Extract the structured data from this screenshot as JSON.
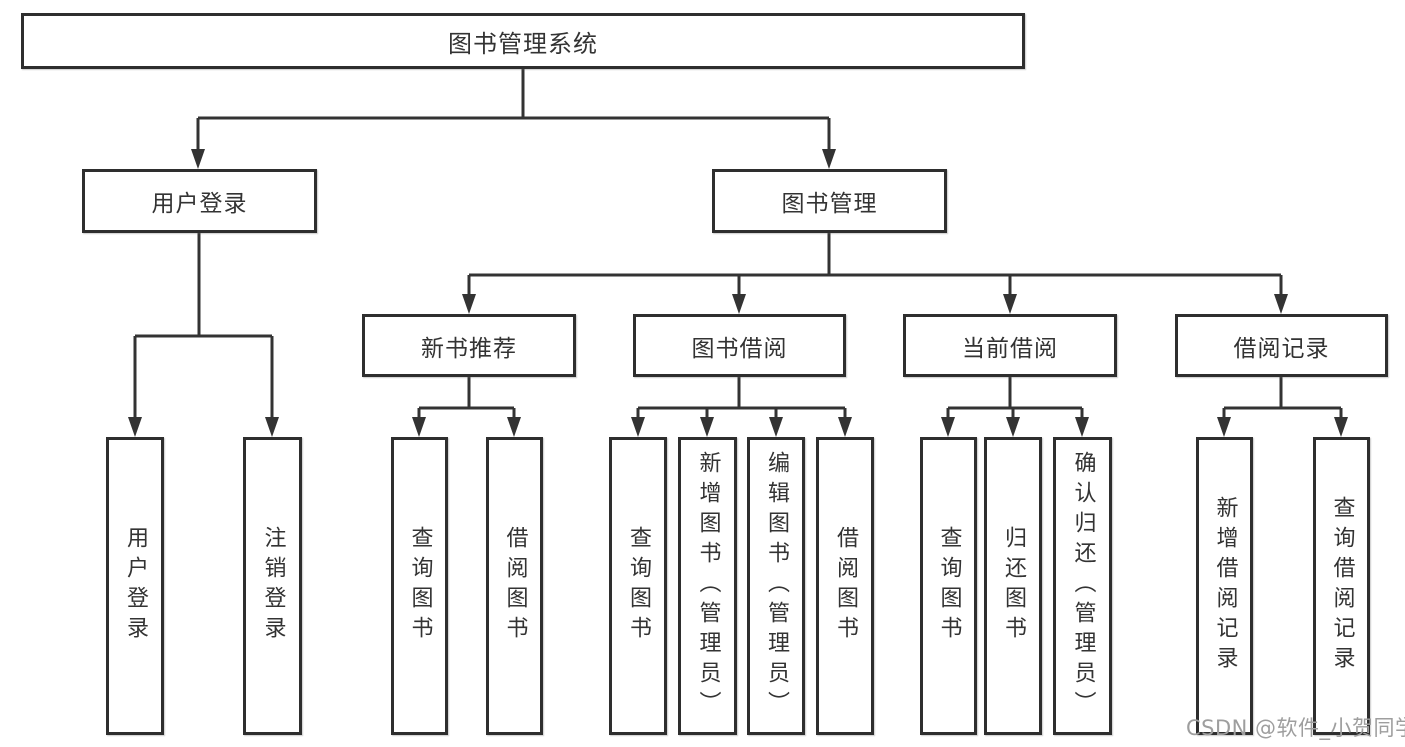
{
  "diagram": {
    "type": "tree",
    "root": {
      "label": "图书管理系统",
      "children": [
        {
          "label": "用户登录",
          "children": [
            {
              "label": "用户登录"
            },
            {
              "label": "注销登录"
            }
          ]
        },
        {
          "label": "图书管理",
          "children": [
            {
              "label": "新书推荐",
              "children": [
                {
                  "label": "查询图书"
                },
                {
                  "label": "借阅图书"
                }
              ]
            },
            {
              "label": "图书借阅",
              "children": [
                {
                  "label": "查询图书"
                },
                {
                  "label": "新增图书（管理员）"
                },
                {
                  "label": "编辑图书（管理员）"
                },
                {
                  "label": "借阅图书"
                }
              ]
            },
            {
              "label": "当前借阅",
              "children": [
                {
                  "label": "查询图书"
                },
                {
                  "label": "归还图书"
                },
                {
                  "label": "确认归还（管理员）"
                }
              ]
            },
            {
              "label": "借阅记录",
              "children": [
                {
                  "label": "新增借阅记录"
                },
                {
                  "label": "查询借阅记录"
                }
              ]
            }
          ]
        }
      ]
    }
  },
  "watermark": {
    "text": "CSDN @软件_小贺同学"
  },
  "colors": {
    "line": "#333333",
    "box_border": "#2e2e2e",
    "text": "#333333",
    "watermark_text": "#9e9e9e",
    "background": "#ffffff"
  }
}
